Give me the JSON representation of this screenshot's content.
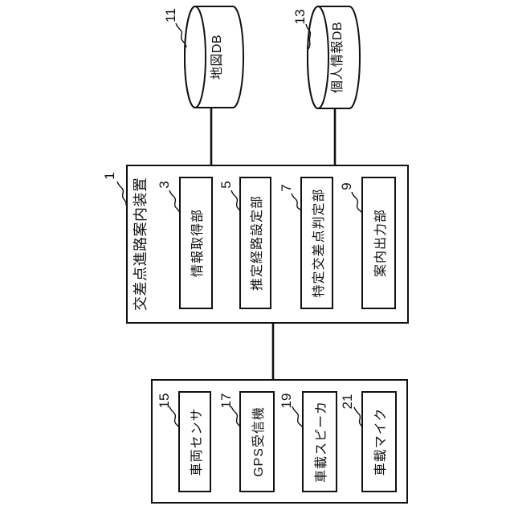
{
  "figure": {
    "main_device": {
      "ref": "1",
      "label": "交差点進路案内装置",
      "blocks": [
        {
          "ref": "3",
          "label": "情報取得部"
        },
        {
          "ref": "5",
          "label": "推定経路設定部"
        },
        {
          "ref": "7",
          "label": "特定交差点判定部"
        },
        {
          "ref": "9",
          "label": "案内出力部"
        }
      ]
    },
    "peripherals": {
      "blocks": [
        {
          "ref": "15",
          "label": "車両センサ"
        },
        {
          "ref": "17",
          "label": "GPS受信機"
        },
        {
          "ref": "19",
          "label": "車載スピーカ"
        },
        {
          "ref": "21",
          "label": "車載マイク"
        }
      ]
    },
    "databases": [
      {
        "ref": "11",
        "label": "地図DB"
      },
      {
        "ref": "13",
        "label": "個人情報DB"
      }
    ]
  },
  "colors": {
    "ink": "#111111",
    "paper": "#ffffff"
  }
}
